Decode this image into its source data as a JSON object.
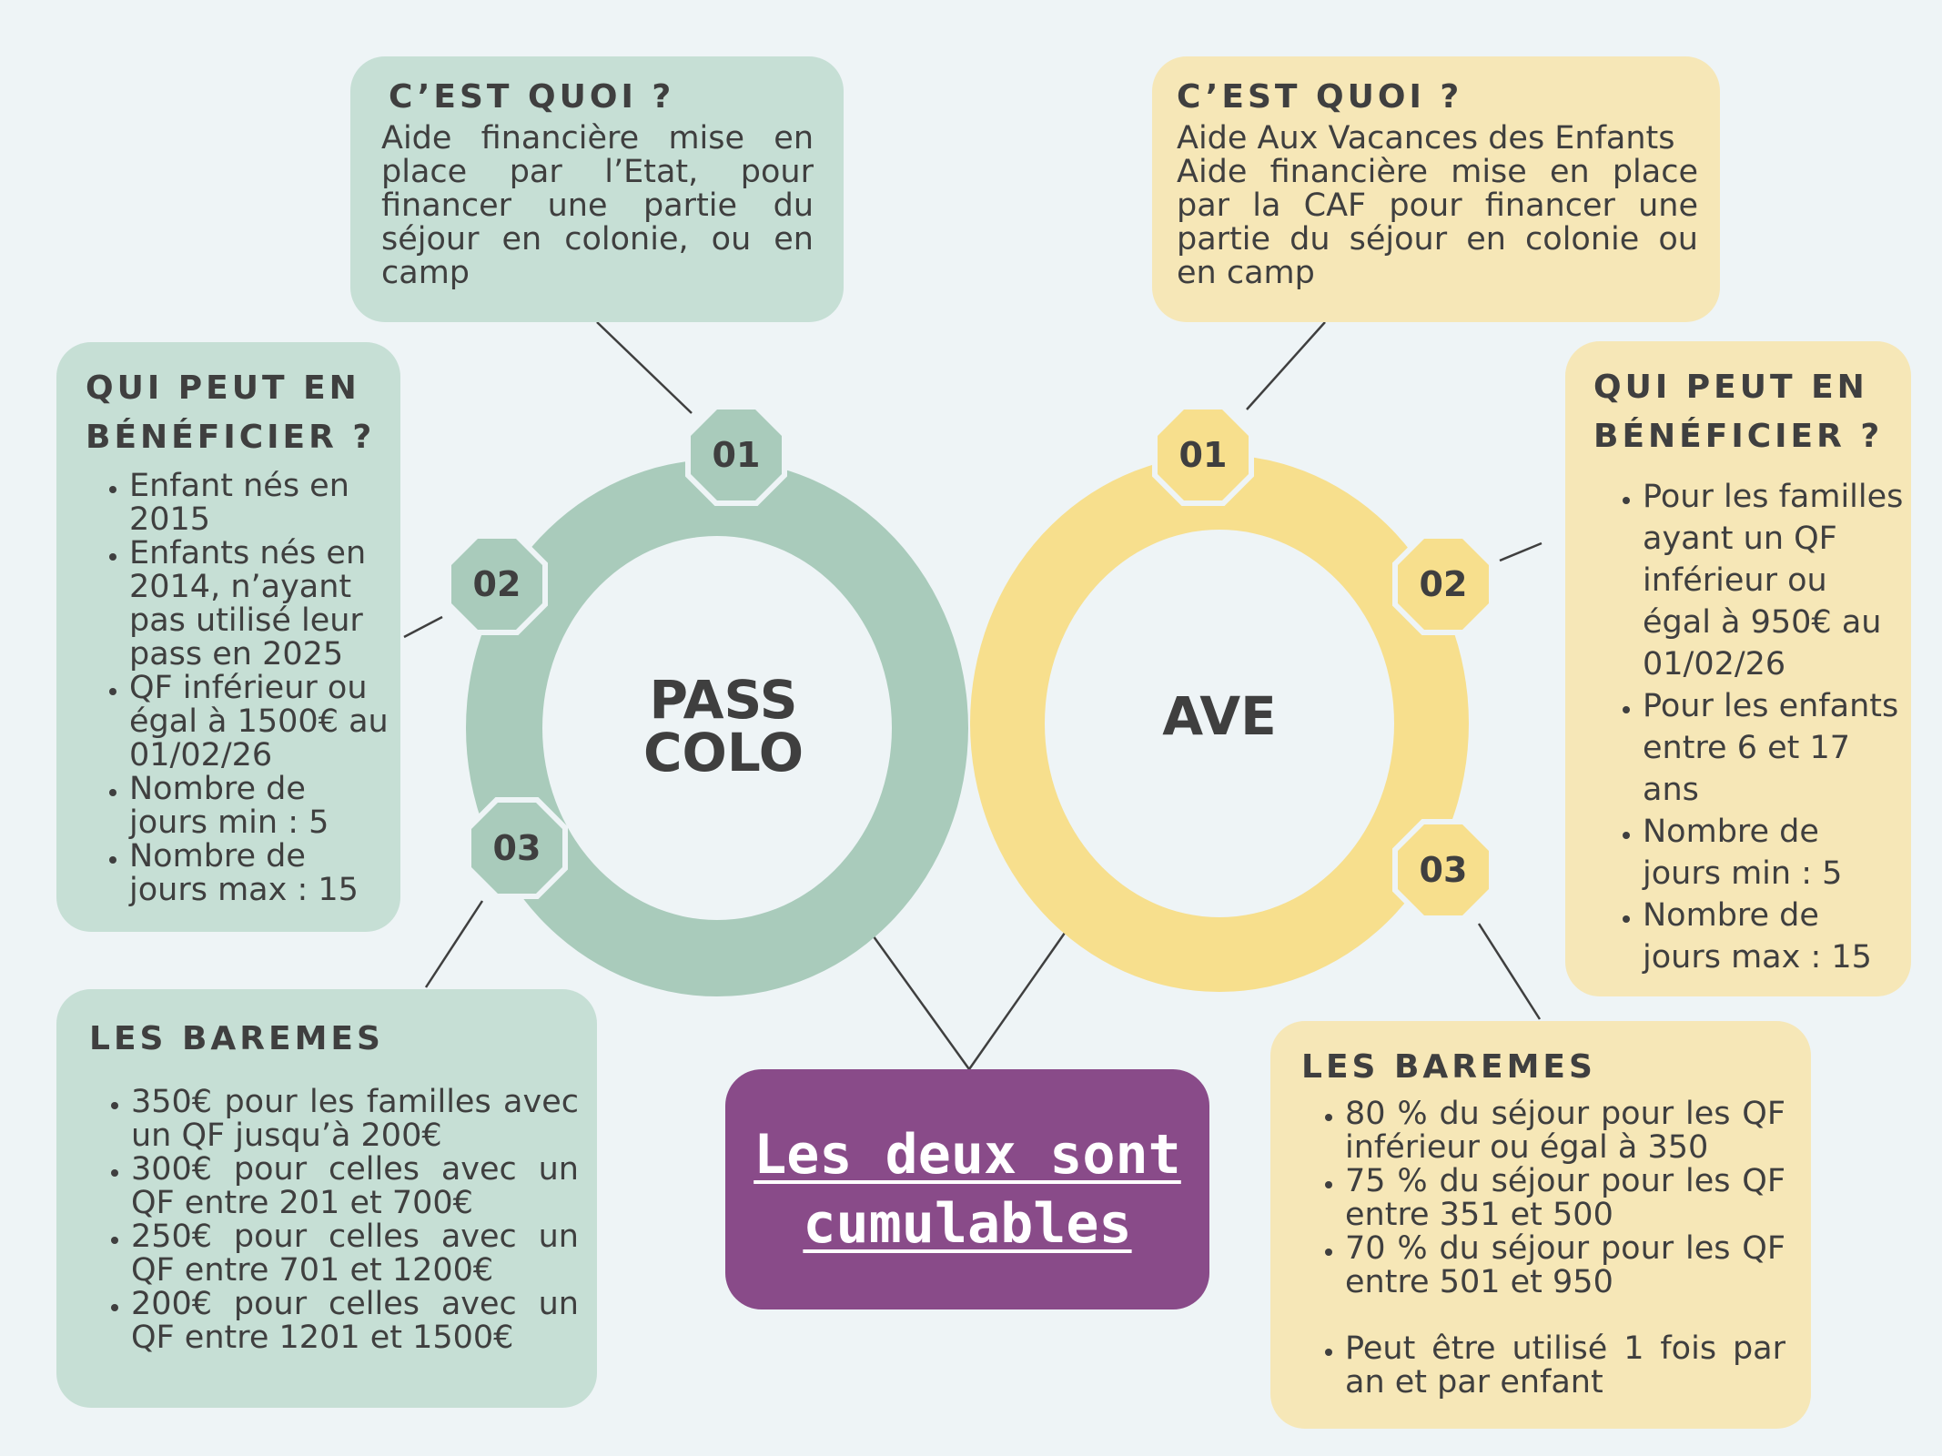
{
  "left": {
    "title": "PASS COLO",
    "title_line1": "PASS",
    "title_line2": "COLO",
    "color": "#a9cbbb",
    "quoi": {
      "heading": "C’EST QUOI ?",
      "text": "Aide financière mise en place par l’Etat, pour financer une partie du séjour en colonie, ou en camp"
    },
    "qui": {
      "heading_line1": "QUI PEUT EN",
      "heading_line2": "BÉNÉFICIER ?",
      "items": [
        "Enfant nés en 2015",
        "Enfants nés en 2014, n’ayant pas utilisé leur pass en 2025",
        "QF inférieur ou égal à 1500€ au 01/02/26",
        "Nombre de jours min : 5",
        "Nombre de jours max : 15"
      ]
    },
    "baremes": {
      "heading": "LES BAREMES",
      "items": [
        "350€ pour les familles avec un QF jusqu’à 200€",
        "300€ pour celles avec un QF entre 201 et 700€",
        "250€ pour celles avec un QF entre 701 et 1200€",
        "200€ pour celles avec un QF entre 1201 et 1500€"
      ]
    },
    "badges": [
      "01",
      "02",
      "03"
    ]
  },
  "right": {
    "title": "AVE",
    "color": "#f7df8d",
    "quoi": {
      "heading": "C’EST QUOI ?",
      "line1": "Aide Aux Vacances des Enfants",
      "text": "Aide financière mise en place par la CAF pour financer une partie du séjour en colonie ou en camp"
    },
    "qui": {
      "heading_line1": "QUI PEUT EN",
      "heading_line2": "BÉNÉFICIER ?",
      "items": [
        "Pour les familles ayant un QF inférieur ou égal à 950€ au 01/02/26",
        "Pour les enfants entre 6 et 17 ans",
        "Nombre de jours min  : 5",
        "Nombre de jours max : 15"
      ]
    },
    "baremes": {
      "heading": "LES BAREMES",
      "items": [
        "80 % du séjour pour les QF inférieur ou égal à 350",
        "75 %  du séjour pour les QF entre 351 et 500",
        "70 % du séjour pour les QF entre 501 et 950"
      ],
      "extra": "Peut être utilisé 1 fois par an et par enfant"
    },
    "badges": [
      "01",
      "02",
      "03"
    ]
  },
  "cumul": {
    "line1": "Les deux sont",
    "line2": "cumulables",
    "color": "#894b89"
  }
}
